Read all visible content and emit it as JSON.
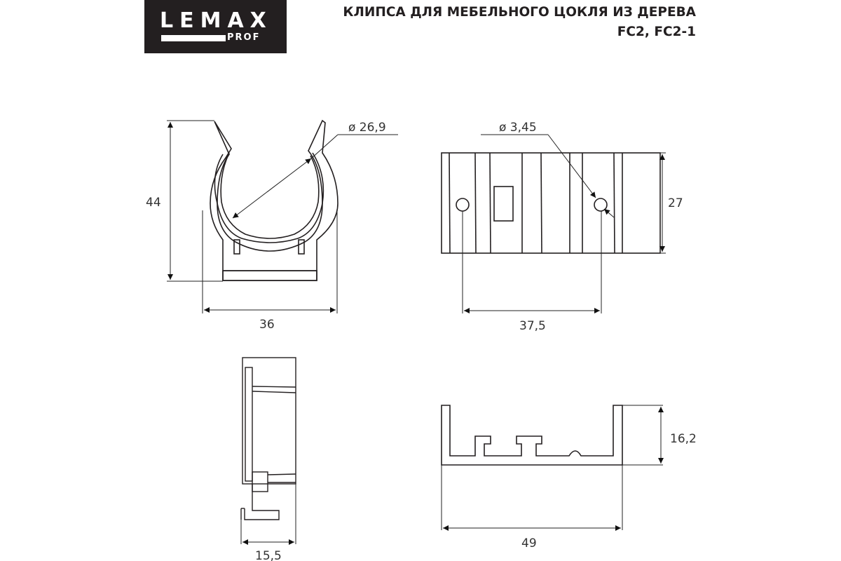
{
  "logo": {
    "brand": "LEMAX",
    "sub": "PROF"
  },
  "title": {
    "line1": "КЛИПСА ДЛЯ МЕБЕЛЬНОГО ЦОКЛЯ ИЗ ДЕРЕВА",
    "line2": "FC2, FC2-1"
  },
  "views": {
    "front": {
      "height": "44",
      "width": "36",
      "diameter": "ø 26,9"
    },
    "top": {
      "hole_diameter": "ø 3,45",
      "height": "27",
      "hole_spacing": "37,5"
    },
    "side": {
      "width": "15,5"
    },
    "profile": {
      "height": "16,2",
      "width": "49"
    }
  },
  "colors": {
    "line": "#231f20",
    "logo_bg": "#231f20"
  }
}
